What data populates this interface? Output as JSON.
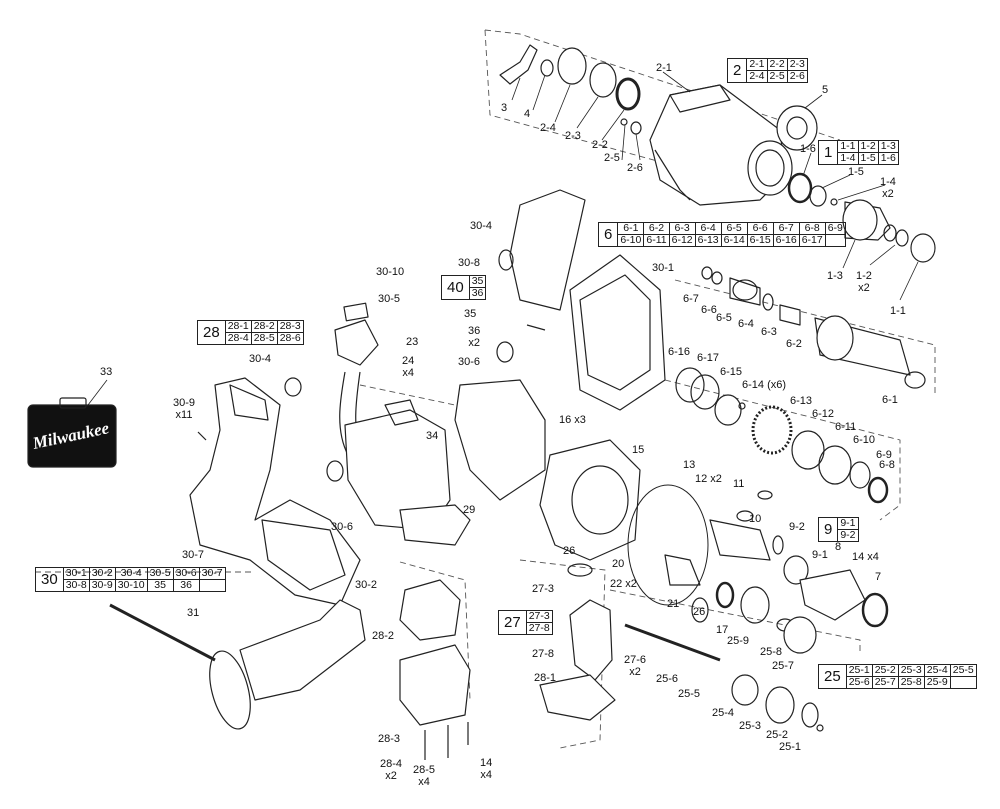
{
  "case_brand": "Milwaukee",
  "groups": [
    {
      "key": "g2",
      "id": "2",
      "parts": [
        "2-1",
        "2-2",
        "2-3",
        "2-4",
        "2-5",
        "2-6"
      ],
      "cols": 3
    },
    {
      "key": "g1",
      "id": "1",
      "parts": [
        "1-1",
        "1-2",
        "1-3",
        "1-4",
        "1-5",
        "1-6"
      ],
      "cols": 3
    },
    {
      "key": "g6",
      "id": "6",
      "parts": [
        "6-1",
        "6-2",
        "6-3",
        "6-4",
        "6-5",
        "6-6",
        "6-7",
        "6-8",
        "6-9",
        "6-10",
        "6-11",
        "6-12",
        "6-13",
        "6-14",
        "6-15",
        "6-16",
        "6-17"
      ],
      "cols": 9
    },
    {
      "key": "g40",
      "id": "40",
      "parts": [
        "35",
        "36"
      ],
      "cols": 1
    },
    {
      "key": "g28",
      "id": "28",
      "parts": [
        "28-1",
        "28-2",
        "28-3",
        "28-4",
        "28-5",
        "28-6"
      ],
      "cols": 3
    },
    {
      "key": "g9",
      "id": "9",
      "parts": [
        "9-1",
        "9-2"
      ],
      "cols": 1
    },
    {
      "key": "g30",
      "id": "30",
      "parts": [
        "30-1",
        "30-2",
        "30-4",
        "30-5",
        "30-6",
        "30-7",
        "30-8",
        "30-9",
        "30-10",
        "35",
        "36"
      ],
      "cols": 6
    },
    {
      "key": "g27",
      "id": "27",
      "parts": [
        "27-3",
        "27-8"
      ],
      "cols": 1
    },
    {
      "key": "g25",
      "id": "25",
      "parts": [
        "25-1",
        "25-2",
        "25-3",
        "25-4",
        "25-5",
        "25-6",
        "25-7",
        "25-8",
        "25-9"
      ],
      "cols": 5
    }
  ],
  "labels": [
    {
      "key": "l2_1",
      "lines": [
        "2-1"
      ]
    },
    {
      "key": "l3",
      "lines": [
        "3"
      ]
    },
    {
      "key": "l4",
      "lines": [
        "4"
      ]
    },
    {
      "key": "l2_4",
      "lines": [
        "2-4"
      ]
    },
    {
      "key": "l2_3",
      "lines": [
        "2-3"
      ]
    },
    {
      "key": "l2_2",
      "lines": [
        "2-2"
      ]
    },
    {
      "key": "l2_5",
      "lines": [
        "2-5"
      ]
    },
    {
      "key": "l2_6",
      "lines": [
        "2-6"
      ]
    },
    {
      "key": "l5",
      "lines": [
        "5"
      ]
    },
    {
      "key": "l1_6",
      "lines": [
        "1-6"
      ]
    },
    {
      "key": "l1_5",
      "lines": [
        "1-5"
      ]
    },
    {
      "key": "l1_4",
      "lines": [
        "1-4",
        "x2"
      ]
    },
    {
      "key": "l1_3",
      "lines": [
        "1-3"
      ]
    },
    {
      "key": "l1_2",
      "lines": [
        "1-2",
        "x2"
      ]
    },
    {
      "key": "l1_1",
      "lines": [
        "1-1"
      ]
    },
    {
      "key": "l30_4a",
      "lines": [
        "30-4"
      ]
    },
    {
      "key": "l30_8",
      "lines": [
        "30-8"
      ]
    },
    {
      "key": "l30_1",
      "lines": [
        "30-1"
      ]
    },
    {
      "key": "l30_10",
      "lines": [
        "30-10"
      ]
    },
    {
      "key": "l30_5",
      "lines": [
        "30-5"
      ]
    },
    {
      "key": "l35",
      "lines": [
        "35"
      ]
    },
    {
      "key": "l36",
      "lines": [
        "36",
        "x2"
      ]
    },
    {
      "key": "l30_6a",
      "lines": [
        "30-6"
      ]
    },
    {
      "key": "l23",
      "lines": [
        "23"
      ]
    },
    {
      "key": "l24",
      "lines": [
        "24",
        "x4"
      ]
    },
    {
      "key": "l30_4b",
      "lines": [
        "30-4"
      ]
    },
    {
      "key": "l33",
      "lines": [
        "33"
      ]
    },
    {
      "key": "l30_9",
      "lines": [
        "30-9",
        "x11"
      ]
    },
    {
      "key": "l34",
      "lines": [
        "34"
      ]
    },
    {
      "key": "l16",
      "lines": [
        "16 x3"
      ]
    },
    {
      "key": "l15",
      "lines": [
        "15"
      ]
    },
    {
      "key": "l13",
      "lines": [
        "13"
      ]
    },
    {
      "key": "l12",
      "lines": [
        "12 x2"
      ]
    },
    {
      "key": "l11",
      "lines": [
        "11"
      ]
    },
    {
      "key": "l10",
      "lines": [
        "10"
      ]
    },
    {
      "key": "l29",
      "lines": [
        "29"
      ]
    },
    {
      "key": "l30_6b",
      "lines": [
        "30-6"
      ]
    },
    {
      "key": "l30_7",
      "lines": [
        "30-7"
      ]
    },
    {
      "key": "l26a",
      "lines": [
        "26"
      ]
    },
    {
      "key": "l20",
      "lines": [
        "20"
      ]
    },
    {
      "key": "l22",
      "lines": [
        "22 x2"
      ]
    },
    {
      "key": "l30_2",
      "lines": [
        "30-2"
      ]
    },
    {
      "key": "l31",
      "lines": [
        "31"
      ]
    },
    {
      "key": "l28_2",
      "lines": [
        "28-2"
      ]
    },
    {
      "key": "l27_3",
      "lines": [
        "27-3"
      ]
    },
    {
      "key": "l27_8",
      "lines": [
        "27-8"
      ]
    },
    {
      "key": "l27_6",
      "lines": [
        "27-6",
        "x2"
      ]
    },
    {
      "key": "l28_1",
      "lines": [
        "28-1"
      ]
    },
    {
      "key": "l28_3",
      "lines": [
        "28-3"
      ]
    },
    {
      "key": "l28_4",
      "lines": [
        "28-4",
        "x2"
      ]
    },
    {
      "key": "l28_5",
      "lines": [
        "28-5",
        "x4"
      ]
    },
    {
      "key": "l14b",
      "lines": [
        "14",
        "x4"
      ]
    },
    {
      "key": "l21",
      "lines": [
        "21"
      ]
    },
    {
      "key": "l26b",
      "lines": [
        "26"
      ]
    },
    {
      "key": "l17",
      "lines": [
        "17"
      ]
    },
    {
      "key": "l25_9",
      "lines": [
        "25-9"
      ]
    },
    {
      "key": "l25_8",
      "lines": [
        "25-8"
      ]
    },
    {
      "key": "l25_7",
      "lines": [
        "25-7"
      ]
    },
    {
      "key": "l25_6",
      "lines": [
        "25-6"
      ]
    },
    {
      "key": "l25_5",
      "lines": [
        "25-5"
      ]
    },
    {
      "key": "l25_4",
      "lines": [
        "25-4"
      ]
    },
    {
      "key": "l25_3",
      "lines": [
        "25-3"
      ]
    },
    {
      "key": "l25_2",
      "lines": [
        "25-2"
      ]
    },
    {
      "key": "l25_1",
      "lines": [
        "25-1"
      ]
    },
    {
      "key": "l9_2",
      "lines": [
        "9-2"
      ]
    },
    {
      "key": "l9_1",
      "lines": [
        "9-1"
      ]
    },
    {
      "key": "l8",
      "lines": [
        "8"
      ]
    },
    {
      "key": "l14a",
      "lines": [
        "14 x4"
      ]
    },
    {
      "key": "l7",
      "lines": [
        "7"
      ]
    },
    {
      "key": "l6_7",
      "lines": [
        "6-7"
      ]
    },
    {
      "key": "l6_6",
      "lines": [
        "6-6"
      ]
    },
    {
      "key": "l6_5",
      "lines": [
        "6-5"
      ]
    },
    {
      "key": "l6_4",
      "lines": [
        "6-4"
      ]
    },
    {
      "key": "l6_3",
      "lines": [
        "6-3"
      ]
    },
    {
      "key": "l6_2",
      "lines": [
        "6-2"
      ]
    },
    {
      "key": "l6_1",
      "lines": [
        "6-1"
      ]
    },
    {
      "key": "l6_16",
      "lines": [
        "6-16"
      ]
    },
    {
      "key": "l6_17",
      "lines": [
        "6-17"
      ]
    },
    {
      "key": "l6_15",
      "lines": [
        "6-15"
      ]
    },
    {
      "key": "l6_14",
      "lines": [
        "6-14 (x6)"
      ]
    },
    {
      "key": "l6_13",
      "lines": [
        "6-13"
      ]
    },
    {
      "key": "l6_12",
      "lines": [
        "6-12"
      ]
    },
    {
      "key": "l6_11",
      "lines": [
        "6-11"
      ]
    },
    {
      "key": "l6_10",
      "lines": [
        "6-10"
      ]
    },
    {
      "key": "l6_9",
      "lines": [
        "6-9"
      ]
    },
    {
      "key": "l6_8",
      "lines": [
        "6-8"
      ]
    }
  ]
}
